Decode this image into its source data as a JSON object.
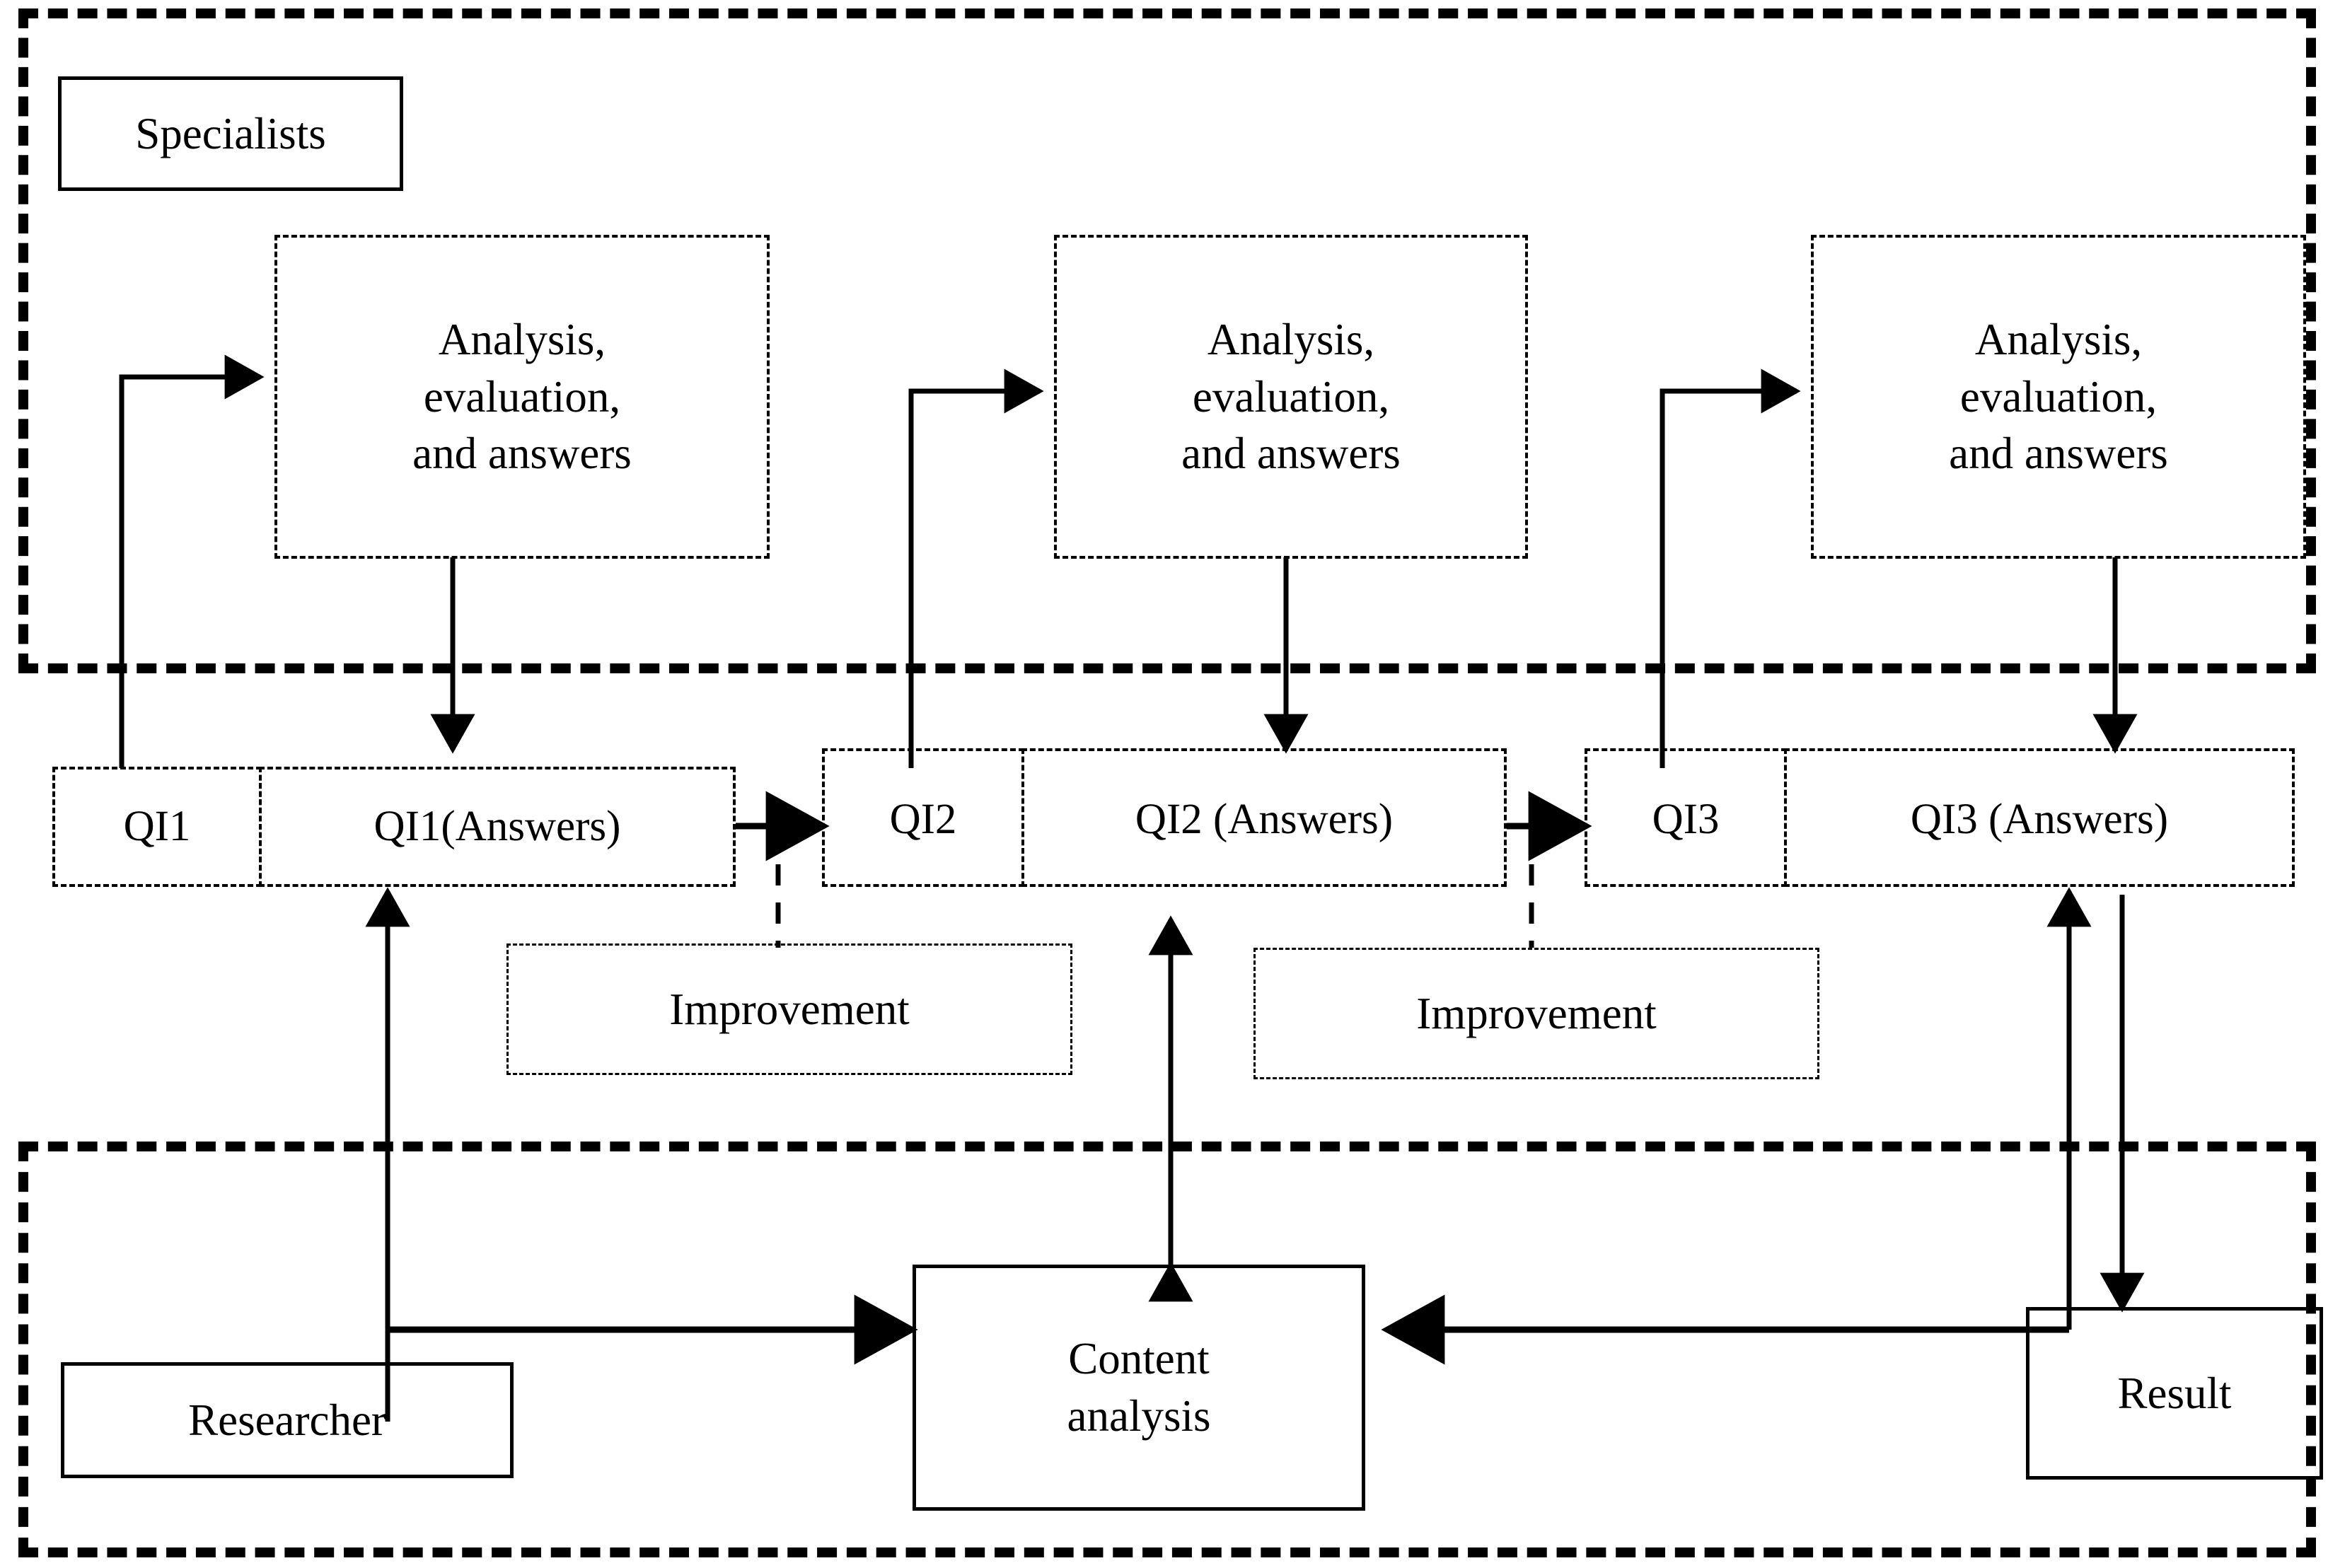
{
  "diagram": {
    "type": "flow-diagram",
    "title_text_present": false,
    "colors": {
      "stroke": "#000000",
      "background": "#ffffff"
    },
    "swimlanes": [
      {
        "id": "specialists",
        "label": "Specialists",
        "border": "dashed"
      },
      {
        "id": "researcher",
        "label": "Researcher",
        "border": "dashed"
      }
    ],
    "nodes": [
      {
        "id": "specialists-label",
        "label": "Specialists",
        "border": "solid"
      },
      {
        "id": "analysis-1",
        "label": "Analysis,\nevaluation,\nand answers",
        "border": "dashed"
      },
      {
        "id": "analysis-2",
        "label": "Analysis,\nevaluation,\nand answers",
        "border": "dashed"
      },
      {
        "id": "analysis-3",
        "label": "Analysis,\nevaluation,\nand answers",
        "border": "dashed"
      },
      {
        "id": "qi1",
        "label": "QI1",
        "border": "dashed"
      },
      {
        "id": "qi1-answers",
        "label": "QI1(Answers)",
        "border": "dashed"
      },
      {
        "id": "qi2",
        "label": "QI2",
        "border": "dashed"
      },
      {
        "id": "qi2-answers",
        "label": "QI2 (Answers)",
        "border": "dashed"
      },
      {
        "id": "qi3",
        "label": "QI3",
        "border": "dashed"
      },
      {
        "id": "qi3-answers",
        "label": "QI3 (Answers)",
        "border": "dashed"
      },
      {
        "id": "improvement-1",
        "label": "Improvement",
        "border": "dashed"
      },
      {
        "id": "improvement-2",
        "label": "Improvement",
        "border": "dashed"
      },
      {
        "id": "researcher-label",
        "label": "Researcher",
        "border": "solid"
      },
      {
        "id": "content-analysis",
        "label": "Content\nanalysis",
        "border": "solid"
      },
      {
        "id": "result",
        "label": "Result",
        "border": "solid"
      }
    ],
    "labels": {
      "specialists": "Specialists",
      "researcher": "Researcher",
      "analysis_line1": "Analysis,",
      "analysis_line2": "evaluation,",
      "analysis_line3": "and answers",
      "qi1": "QI1",
      "qi1_answers": "QI1(Answers)",
      "qi2": "QI2",
      "qi2_answers": "QI2 (Answers)",
      "qi3": "QI3",
      "qi3_answers": "QI3 (Answers)",
      "improvement": "Improvement",
      "content_line1": "Content",
      "content_line2": "analysis",
      "result": "Result"
    },
    "edges": [
      {
        "from": "qi1",
        "to": "analysis-1",
        "style": "solid",
        "arrow": "single"
      },
      {
        "from": "analysis-1",
        "to": "qi1-answers",
        "style": "solid",
        "arrow": "single"
      },
      {
        "from": "qi2",
        "to": "analysis-2",
        "style": "solid",
        "arrow": "single"
      },
      {
        "from": "analysis-2",
        "to": "qi2-answers",
        "style": "solid",
        "arrow": "single"
      },
      {
        "from": "qi3",
        "to": "analysis-3",
        "style": "solid",
        "arrow": "single"
      },
      {
        "from": "analysis-3",
        "to": "qi3-answers",
        "style": "solid",
        "arrow": "single"
      },
      {
        "from": "qi1-answers",
        "to": "qi2",
        "style": "solid",
        "arrow": "single"
      },
      {
        "from": "qi2-answers",
        "to": "qi3",
        "style": "solid",
        "arrow": "single"
      },
      {
        "from": "qi1-qi2-link",
        "to": "improvement-1",
        "style": "dashed",
        "arrow": "none"
      },
      {
        "from": "qi2-qi3-link",
        "to": "improvement-2",
        "style": "dashed",
        "arrow": "none"
      },
      {
        "from": "qi1-answers",
        "to": "content-analysis",
        "style": "solid",
        "arrow": "single"
      },
      {
        "from": "content-analysis",
        "to": "qi2-answers",
        "style": "solid",
        "arrow": "double"
      },
      {
        "from": "qi3-answers",
        "to": "content-analysis",
        "style": "solid",
        "arrow": "single"
      },
      {
        "from": "content-analysis",
        "to": "qi3-answers",
        "style": "solid",
        "arrow": "single"
      },
      {
        "from": "qi3-answers",
        "to": "result",
        "style": "solid",
        "arrow": "single"
      },
      {
        "from": "improvement-1",
        "to": "qi1-answers",
        "style": "solid",
        "arrow": "single"
      },
      {
        "from": "improvement-2",
        "to": "qi2-answers",
        "style": "solid",
        "arrow": "single"
      }
    ]
  }
}
